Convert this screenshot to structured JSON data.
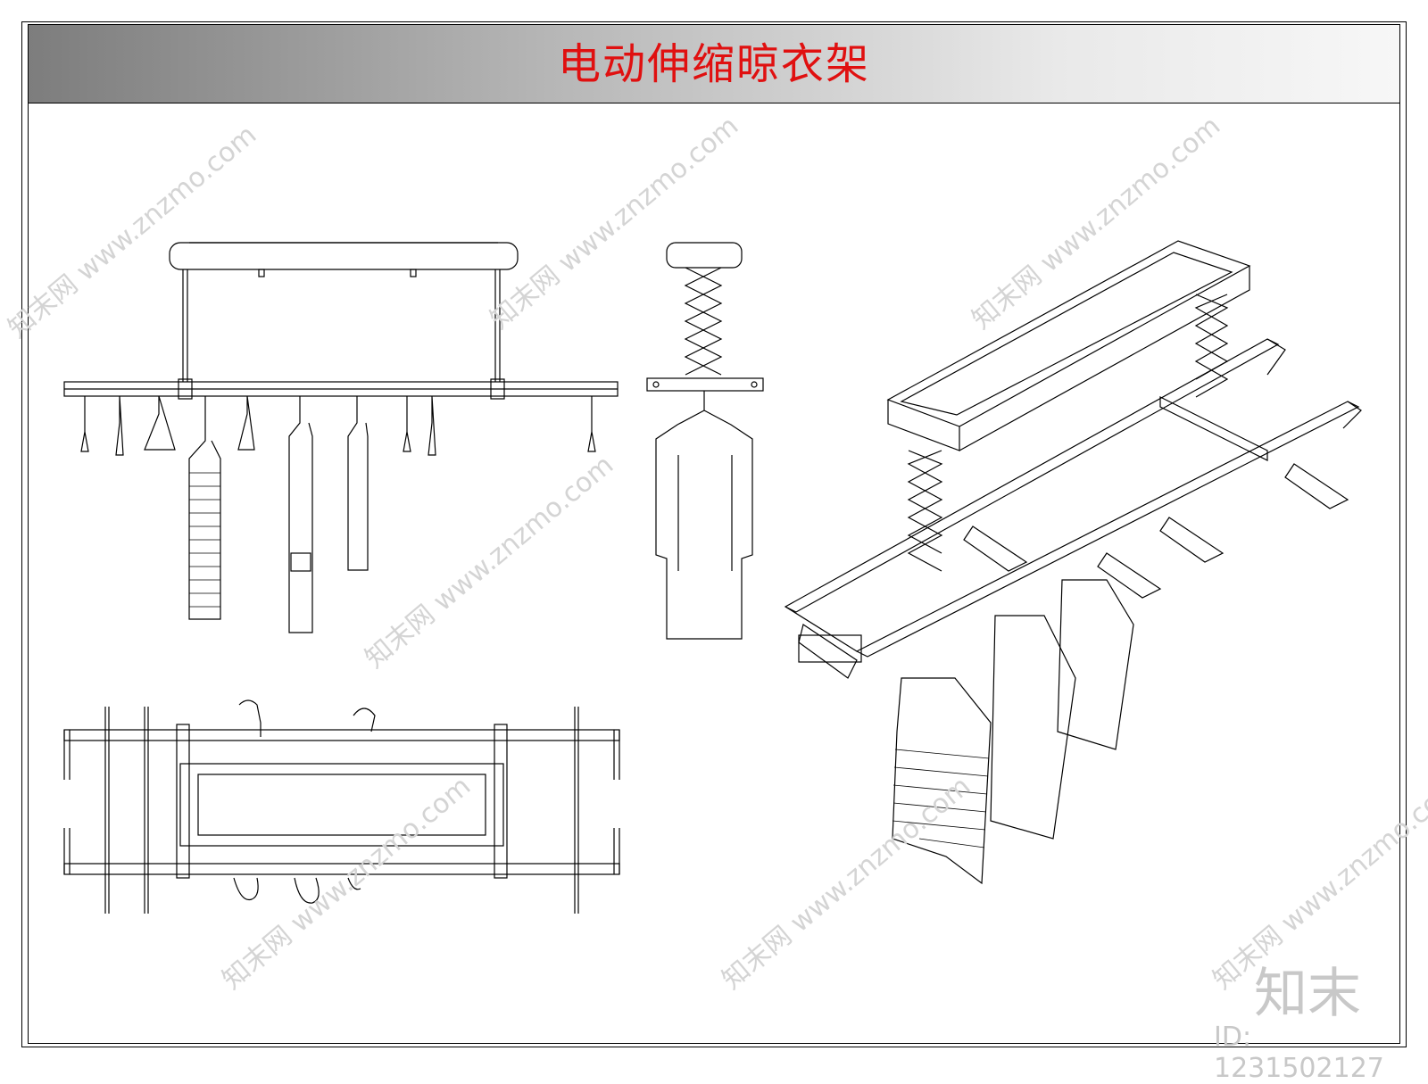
{
  "drawing": {
    "title": "电动伸缩晾衣架",
    "title_color": "#e01010",
    "line_color": "#000000",
    "background": "#ffffff"
  },
  "watermark": {
    "site": "知末网 www.znzmo.com",
    "logo": "知末",
    "id": "ID: 1231502127",
    "color": "#c8c8c8"
  },
  "views": [
    {
      "name": "front-elevation"
    },
    {
      "name": "side-elevation"
    },
    {
      "name": "top-plan"
    },
    {
      "name": "isometric-view"
    }
  ]
}
